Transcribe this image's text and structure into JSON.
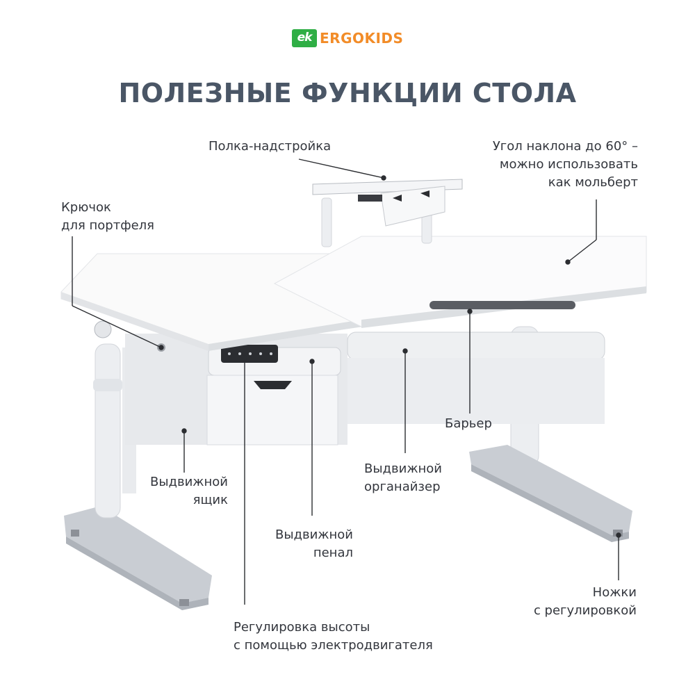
{
  "brand": {
    "logo_mark": "ek",
    "name": "ERGOKIDS",
    "colors": {
      "mark": "#2fae45",
      "name": "#f28c28"
    }
  },
  "title": "ПОЛЕЗНЫЕ ФУНКЦИИ СТОЛА",
  "callouts": {
    "shelf": [
      "Полка-надстройка"
    ],
    "tilt": [
      "Угол наклона до 60° –",
      "можно использовать",
      "как мольберт"
    ],
    "hook": [
      "Крючок",
      "для портфеля"
    ],
    "barrier": [
      "Барьер"
    ],
    "drawer": [
      "Выдвижной",
      "ящик"
    ],
    "organizer": [
      "Выдвижной",
      "органайзер"
    ],
    "pencil_case": [
      "Выдвижной",
      "пенал"
    ],
    "feet": [
      "Ножки",
      "с регулировкой"
    ],
    "motor": [
      "Регулировка высоты",
      "с помощью электродвигателя"
    ]
  },
  "product_image": {
    "subject": "desk-illustration",
    "colors": {
      "body": "#f4f5f7",
      "legs": "#c8ccd2",
      "accent": "#5a5d63",
      "leader_line": "#2b2d31"
    }
  }
}
